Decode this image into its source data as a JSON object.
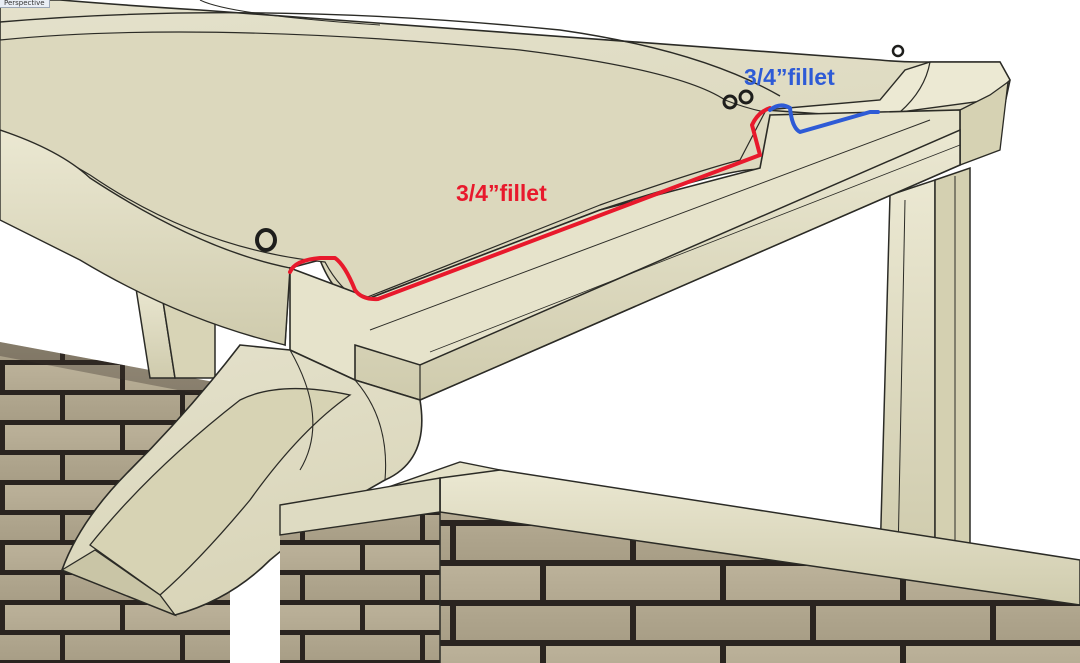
{
  "viewport": {
    "label": "Perspective"
  },
  "annotations": {
    "main_fillet": {
      "label": "3/4”fillet",
      "color": "#e8192c"
    },
    "small_fillet": {
      "label": "3/4”fillet",
      "color": "#2e5bd6"
    }
  },
  "materials": {
    "cast_stone": "#e6e3c9",
    "cast_stone_shadow": "#c9c5a6",
    "block_face": "#b3a992",
    "mortar": "#2a2420",
    "outline": "#2b2b26"
  }
}
